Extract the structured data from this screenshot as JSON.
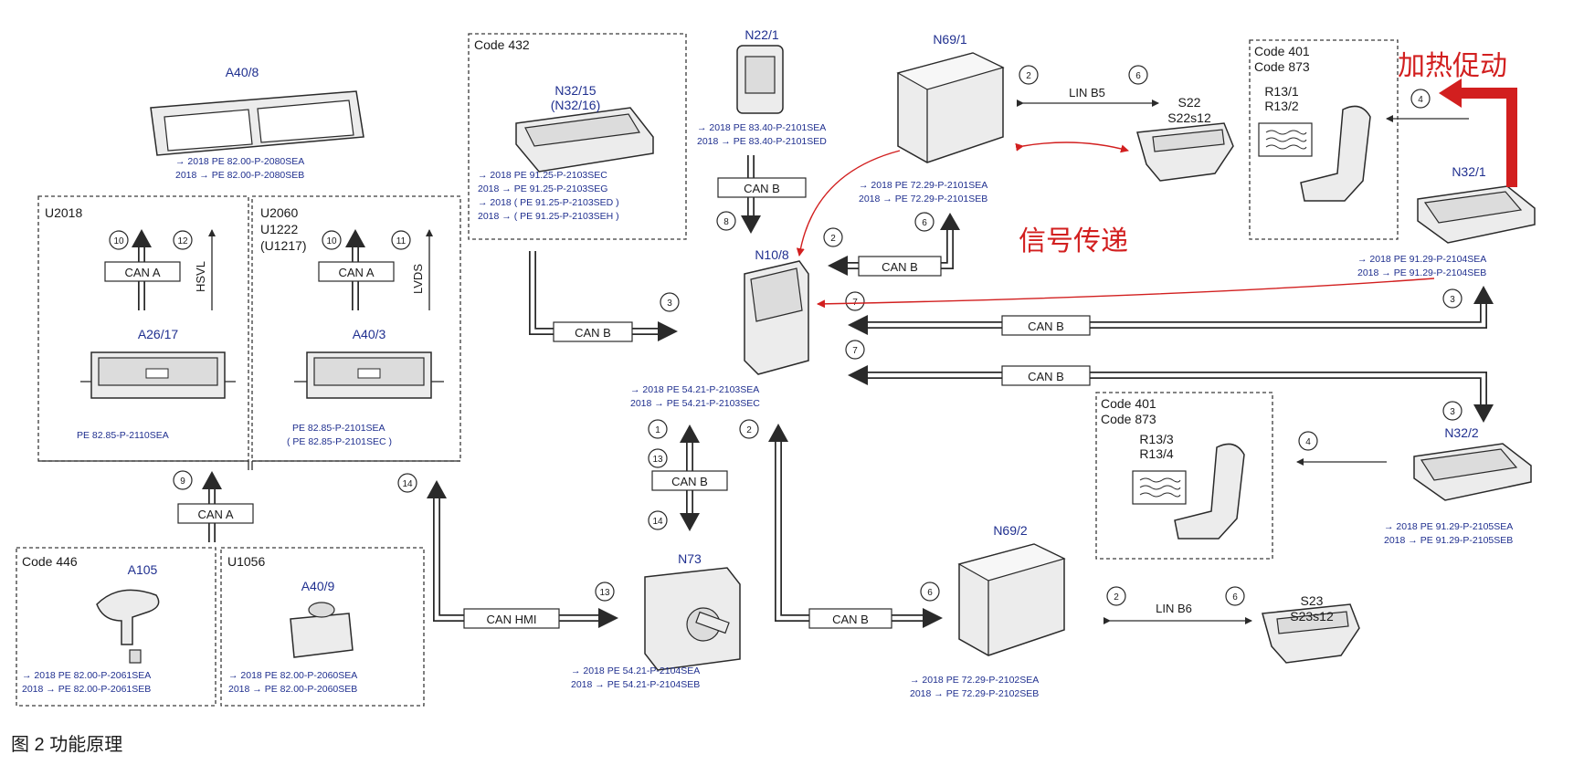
{
  "title_annotations": {
    "heating": "加热促动",
    "signal": "信号传递"
  },
  "caption": "图 2  功能原理",
  "zones": {
    "code432": "Code 432",
    "u2018": "U2018",
    "u2060": [
      "U2060",
      "U1222",
      "(U1217)"
    ],
    "code446": "Code 446",
    "u1056": "U1056",
    "code401_top": [
      "Code 401",
      "Code 873"
    ],
    "code401_bot": [
      "Code 401",
      "Code 873"
    ]
  },
  "components": {
    "a40_8": "A40/8",
    "n32_15": [
      "N32/15",
      "(N32/16)"
    ],
    "n22_1": "N22/1",
    "n69_1": "N69/1",
    "s22": [
      "S22",
      "S22s12"
    ],
    "r13_top": [
      "R13/1",
      "R13/2"
    ],
    "n32_1": "N32/1",
    "a26_17": "A26/17",
    "a40_3": "A40/3",
    "n10_8": "N10/8",
    "a105": "A105",
    "a40_9": "A40/9",
    "n73": "N73",
    "n69_2": "N69/2",
    "s23": [
      "S23",
      "S23s12"
    ],
    "r13_bot": [
      "R13/3",
      "R13/4"
    ],
    "n32_2": "N32/2"
  },
  "buses": {
    "can_a": "CAN A",
    "can_b": "CAN B",
    "can_hmi": "CAN HMI",
    "lin_b5": "LIN B5",
    "lin_b6": "LIN B6",
    "hsvl": "HSVL",
    "lvds": "LVDS"
  },
  "references": {
    "a40_8": [
      "→ 2018  PE 82.00-P-2080SEA",
      "2018 →  PE 82.00-P-2080SEB"
    ],
    "n32_15": [
      "→ 2018  PE 91.25-P-2103SEC",
      "2018 →  PE 91.25-P-2103SEG",
      "→ 2018 (  PE 91.25-P-2103SED )",
      "2018 → (  PE 91.25-P-2103SEH )"
    ],
    "n22_1": [
      "→ 2018  PE 83.40-P-2101SEA",
      "2018 →  PE 83.40-P-2101SED"
    ],
    "n69_1": [
      "→ 2018  PE 72.29-P-2101SEA",
      "2018 →  PE 72.29-P-2101SEB"
    ],
    "n32_1": [
      "→ 2018  PE 91.29-P-2104SEA",
      "2018 →  PE 91.29-P-2104SEB"
    ],
    "a26_17": [
      "PE 82.85-P-2110SEA"
    ],
    "a40_3": [
      "PE 82.85-P-2101SEA",
      "(  PE 82.85-P-2101SEC )"
    ],
    "n10_8": [
      "→ 2018  PE 54.21-P-2103SEA",
      "2018 →  PE 54.21-P-2103SEC"
    ],
    "a105": [
      "→ 2018  PE 82.00-P-2061SEA",
      "2018 →  PE 82.00-P-2061SEB"
    ],
    "a40_9": [
      "→ 2018  PE 82.00-P-2060SEA",
      "2018 →  PE 82.00-P-2060SEB"
    ],
    "n73": [
      "→ 2018  PE 54.21-P-2104SEA",
      "2018 →  PE 54.21-P-2104SEB"
    ],
    "n69_2": [
      "→ 2018  PE 72.29-P-2102SEA",
      "2018 →  PE 72.29-P-2102SEB"
    ],
    "n32_2": [
      "→ 2018  PE 91.29-P-2105SEA",
      "2018 →  PE 91.29-P-2105SEB"
    ]
  },
  "markers": {
    "m1": "1",
    "m2": "2",
    "m3": "3",
    "m4": "4",
    "m6": "6",
    "m7": "7",
    "m8": "8",
    "m9": "9",
    "m10": "10",
    "m11": "11",
    "m12": "12",
    "m13": "13",
    "m14": "14"
  },
  "colors": {
    "ink": "#1a1a1a",
    "reference_blue": "#1f2f8f",
    "annotation_red": "#d21f1f"
  }
}
